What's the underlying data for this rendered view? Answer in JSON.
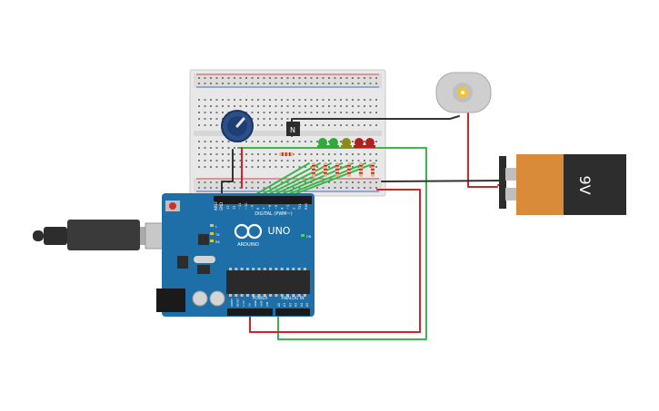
{
  "colors": {
    "wire_green": "#3cb54a",
    "wire_red": "#d0232a",
    "wire_black": "#333333",
    "board_blue": "#1e6fa8",
    "battery_orange": "#d98b3a",
    "battery_black": "#2d2d2d",
    "led_green": "#31a83a",
    "led_olive": "#8a8a1a",
    "led_red": "#b0201e"
  },
  "arduino": {
    "model": "UNO",
    "brand": "ARDUINO",
    "digital_header": "DIGITAL (PWM~)",
    "power_label": "POWER",
    "analog_label": "ANALOG IN",
    "aref": "AREF",
    "gnd": "GND",
    "pin_labels": [
      "13",
      "12",
      "~11",
      "~10",
      "~9",
      "8",
      "7",
      "~6",
      "~5",
      "4",
      "~3",
      "2",
      "TX1",
      "RX0"
    ],
    "analog_pins": [
      "A0",
      "A1",
      "A2",
      "A3",
      "A4",
      "A5"
    ],
    "power_pins": [
      "IOREF",
      "RESET",
      "3.3V",
      "5V",
      "GND",
      "GND",
      "VIN"
    ],
    "led_tx": "TX",
    "led_rx": "RX",
    "led_l": "L",
    "led_on": "ON"
  },
  "battery": {
    "voltage": "9V"
  },
  "transistor": {
    "label": "N"
  },
  "components": {
    "usb": "usb-cable-icon",
    "motor": "dc-motor-icon",
    "pot": "potentiometer-icon"
  }
}
